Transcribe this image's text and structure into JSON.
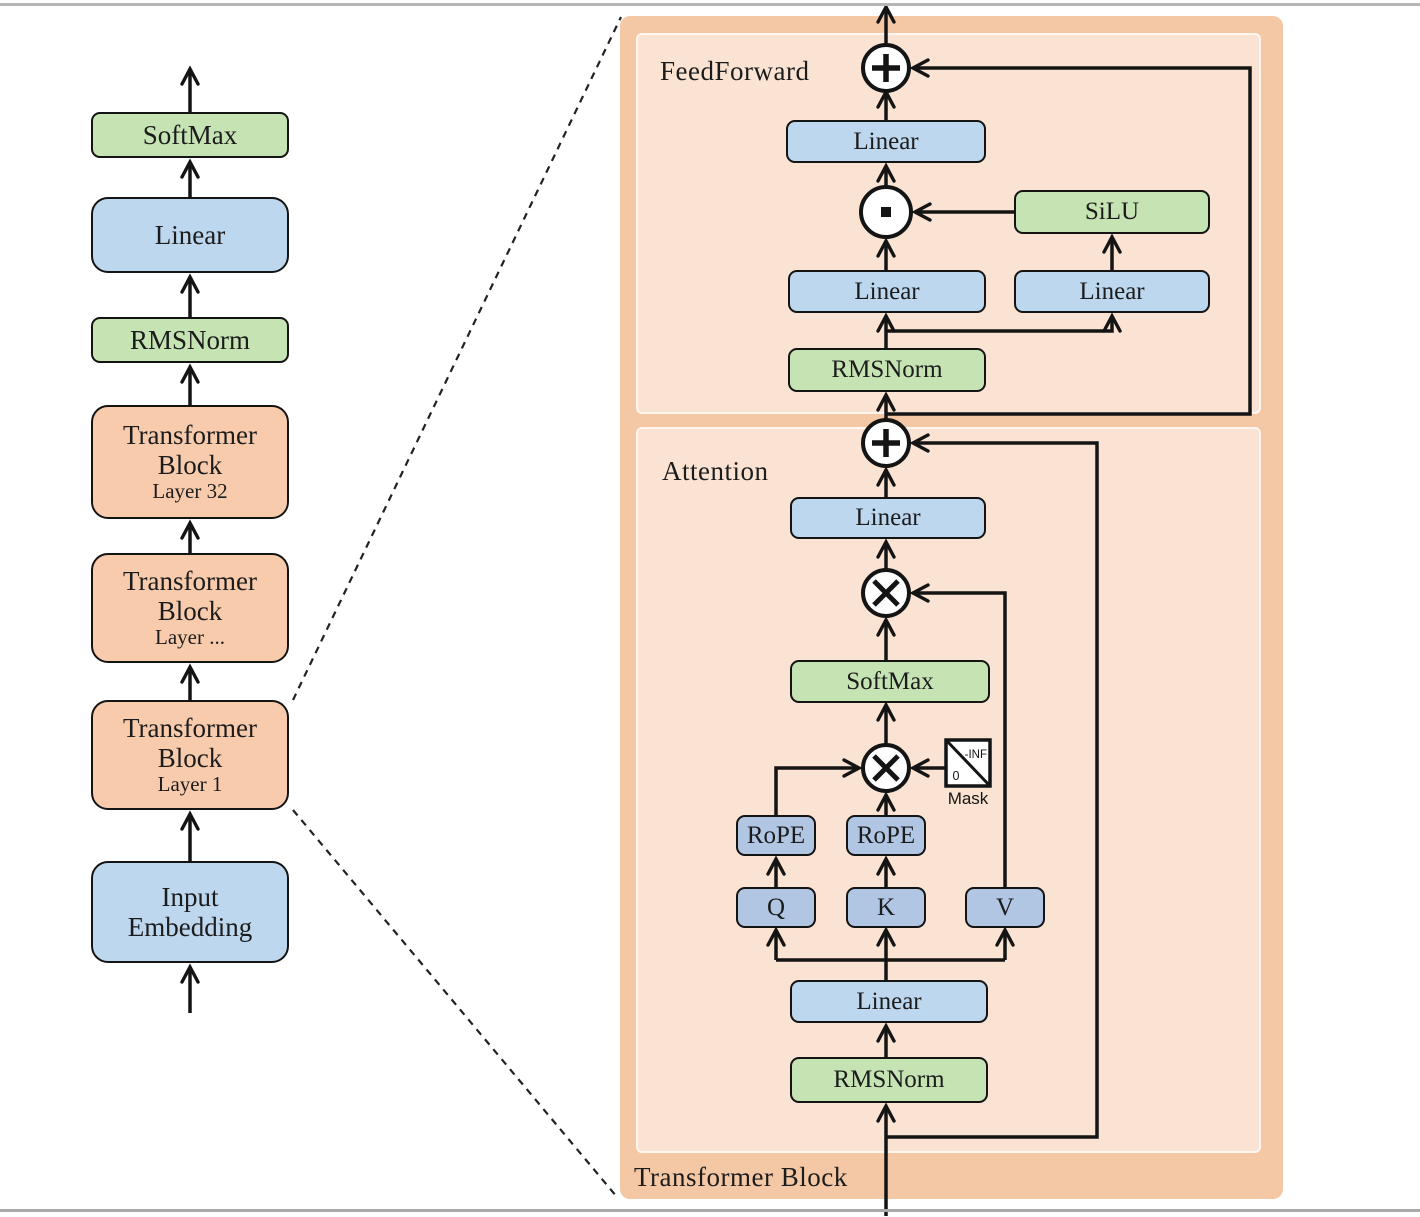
{
  "colors": {
    "box_green": "#c6e3b4",
    "box_blue": "#bdd7ee",
    "box_qkv_blue": "#b0c6e3",
    "box_orange": "#f8cbad",
    "panel_outer": "#f4c7a5",
    "panel_inner": "#fbe3d3",
    "line": "#141414"
  },
  "left_stack": {
    "softmax": "SoftMax",
    "linear": "Linear",
    "rmsnorm": "RMSNorm",
    "block_top": {
      "l1": "Transformer",
      "l2": "Block",
      "l3": "Layer 32"
    },
    "block_mid": {
      "l1": "Transformer",
      "l2": "Block",
      "l3": "Layer ..."
    },
    "block_bottom": {
      "l1": "Transformer",
      "l2": "Block",
      "l3": "Layer 1"
    },
    "input_embedding": {
      "l1": "Input",
      "l2": "Embedding"
    }
  },
  "transformer_block": {
    "label": "Transformer Block",
    "feedforward": {
      "label": "FeedForward",
      "linear_out": "Linear",
      "silu": "SiLU",
      "linear_gate": "Linear",
      "linear_up": "Linear",
      "rmsnorm": "RMSNorm"
    },
    "attention": {
      "label": "Attention",
      "linear_out": "Linear",
      "softmax": "SoftMax",
      "mask_label": "Mask",
      "mask_neg_inf": "-INF",
      "mask_zero": "0",
      "rope_q": "RoPE",
      "rope_k": "RoPE",
      "q": "Q",
      "k": "K",
      "v": "V",
      "linear_in": "Linear",
      "rmsnorm": "RMSNorm"
    }
  }
}
